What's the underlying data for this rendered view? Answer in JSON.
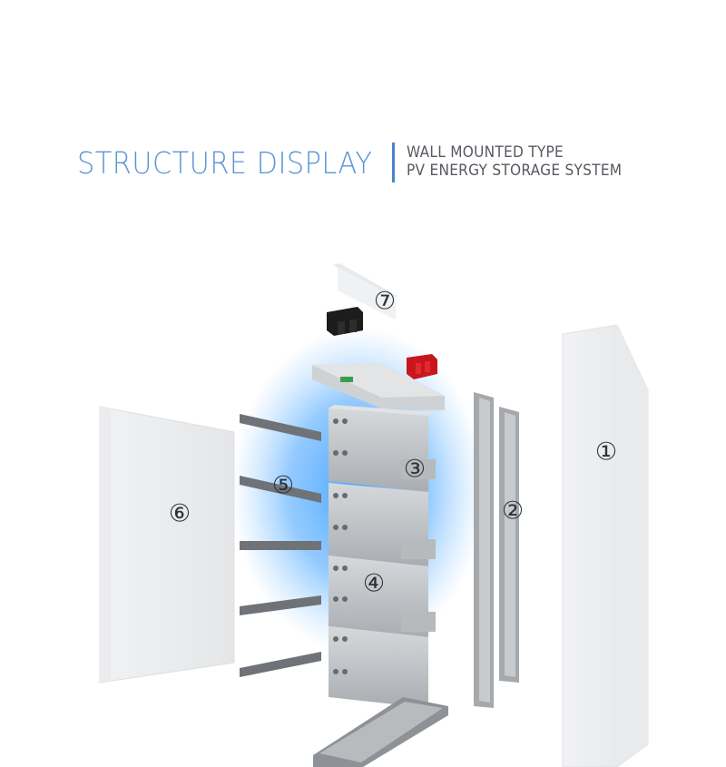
{
  "header": {
    "title": "STRUCTURE DISPLAY",
    "subtitle_line1": "WALL MOUNTED  TYPE",
    "subtitle_line2": "PV ENERGY STORAGE SYSTEM"
  },
  "callouts": {
    "front_cover": "①",
    "side_rails": "②",
    "top_battery": "③",
    "middle_battery": "④",
    "mounting_bars": "⑤",
    "back_panel": "⑥",
    "terminal_cover": "⑦"
  },
  "colors": {
    "title": "#5b95d4",
    "divider": "#4b86c6",
    "subtitle": "#555a60",
    "glow": "#3fa0ff",
    "connector_black": "#1c1c1c",
    "connector_red": "#c8161d"
  }
}
